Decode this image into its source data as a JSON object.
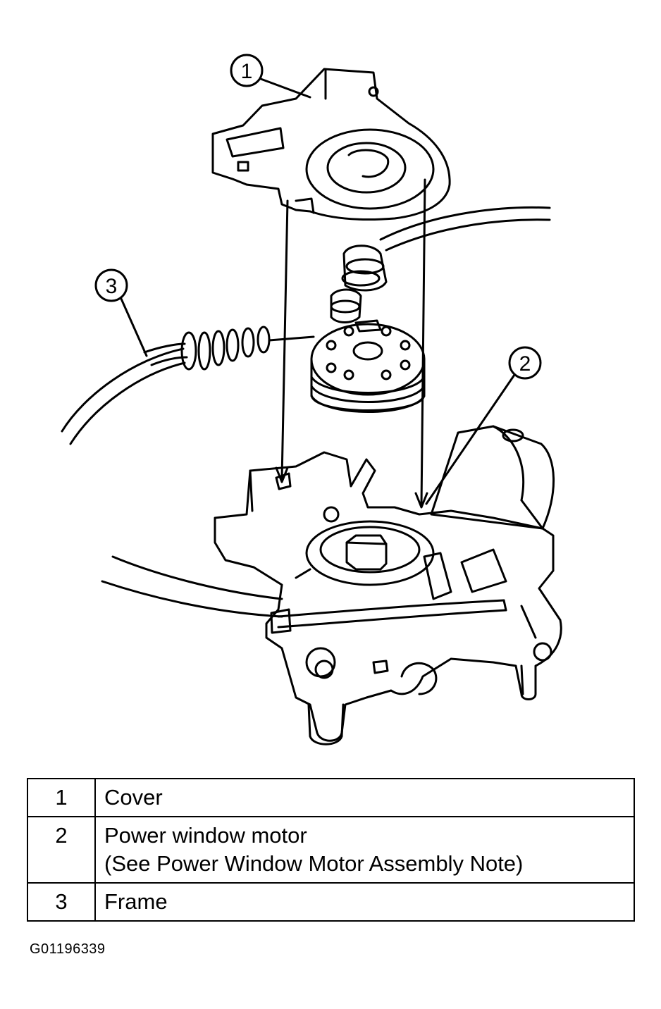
{
  "callouts": [
    "1",
    "2",
    "3"
  ],
  "legend": {
    "rows": [
      {
        "num": "1",
        "line1": "Cover",
        "line2": ""
      },
      {
        "num": "2",
        "line1": "Power window motor",
        "line2": "(See Power Window Motor Assembly  Note)"
      },
      {
        "num": "3",
        "line1": "Frame",
        "line2": ""
      }
    ]
  },
  "figure_id": "G01196339"
}
